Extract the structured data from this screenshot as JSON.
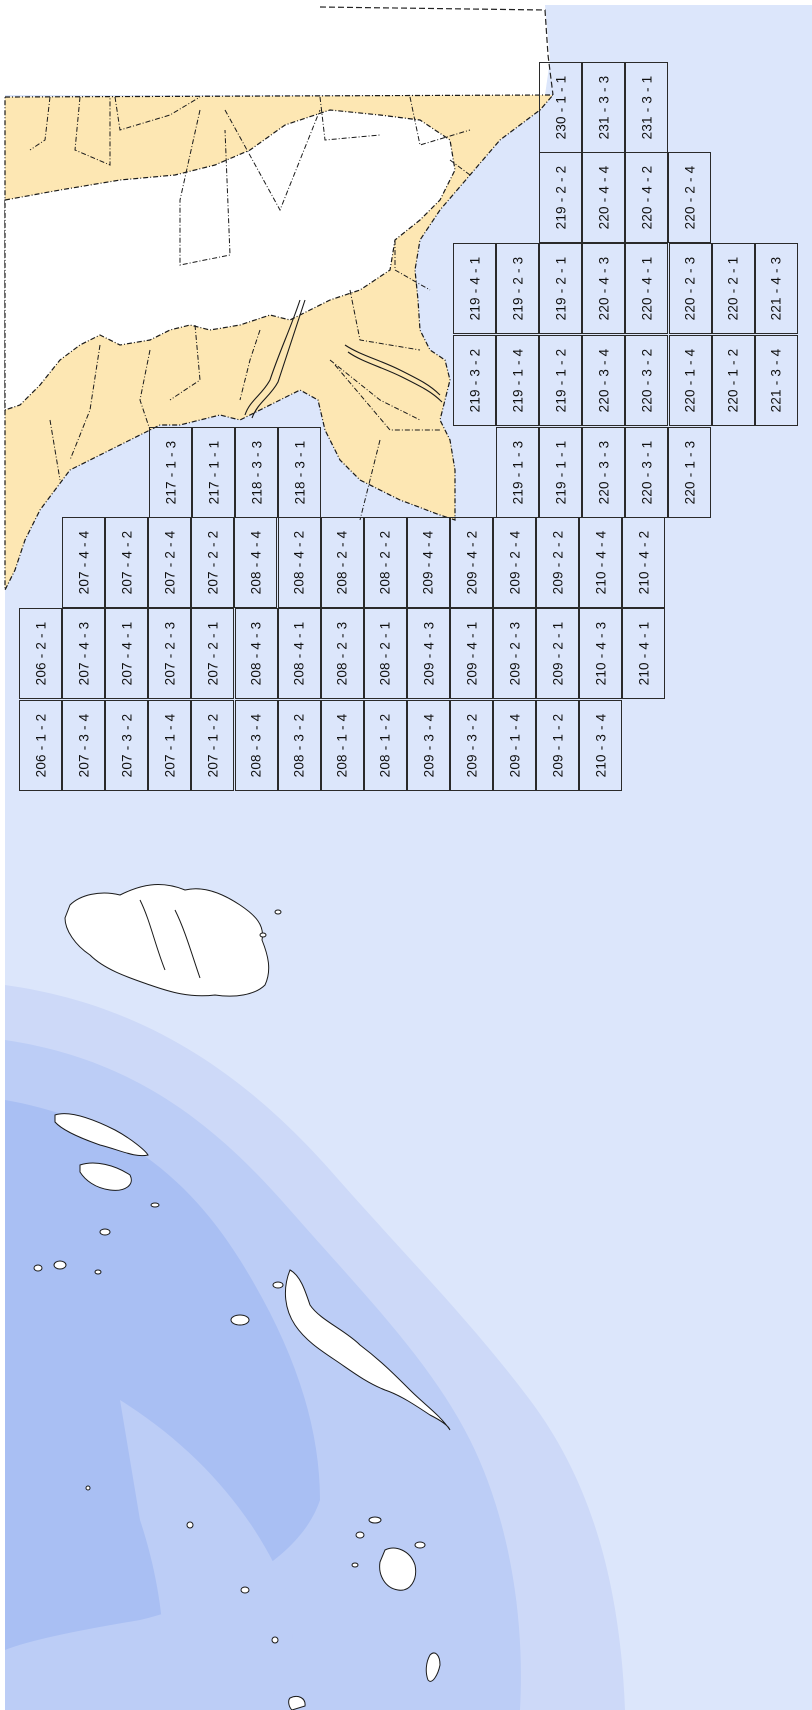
{
  "map": {
    "colors": {
      "ocean_shallow": "#dce6fb",
      "ocean_mid": "#cdd9f8",
      "ocean_deep": "#bccdf6",
      "ocean_deepest": "#a9bff3",
      "land": "#fde7b3",
      "island": "#ffffff",
      "border": "#1a1a1a",
      "grid_line": "#2a2a2a"
    },
    "grid_cells": [
      {
        "label": "230 - 1 - 1"
      },
      {
        "label": "231 - 3 - 3"
      },
      {
        "label": "231 - 3 - 1"
      },
      {
        "label": "219 - 2 - 2"
      },
      {
        "label": "220 - 4 - 4"
      },
      {
        "label": "220 - 4 - 2"
      },
      {
        "label": "220 - 2 - 4"
      },
      {
        "label": "219 - 4 - 1"
      },
      {
        "label": "219 - 2 - 3"
      },
      {
        "label": "219 - 2 - 1"
      },
      {
        "label": "220 - 4 - 3"
      },
      {
        "label": "220 - 4 - 1"
      },
      {
        "label": "220 - 2 - 3"
      },
      {
        "label": "220 - 2 - 1"
      },
      {
        "label": "221 - 4 - 3"
      },
      {
        "label": "219 - 3 - 2"
      },
      {
        "label": "219 - 1 - 4"
      },
      {
        "label": "219 - 1 - 2"
      },
      {
        "label": "220 - 3 - 4"
      },
      {
        "label": "220 - 3 - 2"
      },
      {
        "label": "220 - 1 - 4"
      },
      {
        "label": "220 - 1 - 2"
      },
      {
        "label": "221 - 3 - 4"
      },
      {
        "label": "217 - 1 - 3"
      },
      {
        "label": "217 - 1 - 1"
      },
      {
        "label": "218 - 3 - 3"
      },
      {
        "label": "218 - 3 - 1"
      },
      {
        "label": "219 - 1 - 3"
      },
      {
        "label": "219 - 1 - 1"
      },
      {
        "label": "220 - 3 - 3"
      },
      {
        "label": "220 - 3 - 1"
      },
      {
        "label": "220 - 1 - 3"
      },
      {
        "label": "207 - 4 - 4"
      },
      {
        "label": "207 - 4 - 2"
      },
      {
        "label": "207 - 2 - 4"
      },
      {
        "label": "207 - 2 - 2"
      },
      {
        "label": "208 - 4 - 4"
      },
      {
        "label": "208 - 4 - 2"
      },
      {
        "label": "208 - 2 - 4"
      },
      {
        "label": "208 - 2 - 2"
      },
      {
        "label": "209 - 4 - 4"
      },
      {
        "label": "209 - 4 - 2"
      },
      {
        "label": "209 - 2 - 4"
      },
      {
        "label": "209 - 2 - 2"
      },
      {
        "label": "210 - 4 - 4"
      },
      {
        "label": "210 - 4 - 2"
      },
      {
        "label": "206 - 2 - 1"
      },
      {
        "label": "207 - 4 - 3"
      },
      {
        "label": "207 - 4 - 1"
      },
      {
        "label": "207 - 2 - 3"
      },
      {
        "label": "207 - 2 - 1"
      },
      {
        "label": "208 - 4 - 3"
      },
      {
        "label": "208 - 4 - 1"
      },
      {
        "label": "208 - 2 - 3"
      },
      {
        "label": "208 - 2 - 1"
      },
      {
        "label": "209 - 4 - 3"
      },
      {
        "label": "209 - 4 - 1"
      },
      {
        "label": "209 - 2 - 3"
      },
      {
        "label": "209 - 2 - 1"
      },
      {
        "label": "210 - 4 - 3"
      },
      {
        "label": "210 - 4 - 1"
      },
      {
        "label": "206 - 1 - 2"
      },
      {
        "label": "207 - 3 - 4"
      },
      {
        "label": "207 - 3 - 2"
      },
      {
        "label": "207 - 1 - 4"
      },
      {
        "label": "207 - 1 - 2"
      },
      {
        "label": "208 - 3 - 4"
      },
      {
        "label": "208 - 3 - 2"
      },
      {
        "label": "208 - 1 - 4"
      },
      {
        "label": "208 - 1 - 2"
      },
      {
        "label": "209 - 3 - 4"
      },
      {
        "label": "209 - 3 - 2"
      },
      {
        "label": "209 - 1 - 4"
      },
      {
        "label": "209 - 1 - 2"
      },
      {
        "label": "210 - 3 - 4"
      }
    ]
  }
}
